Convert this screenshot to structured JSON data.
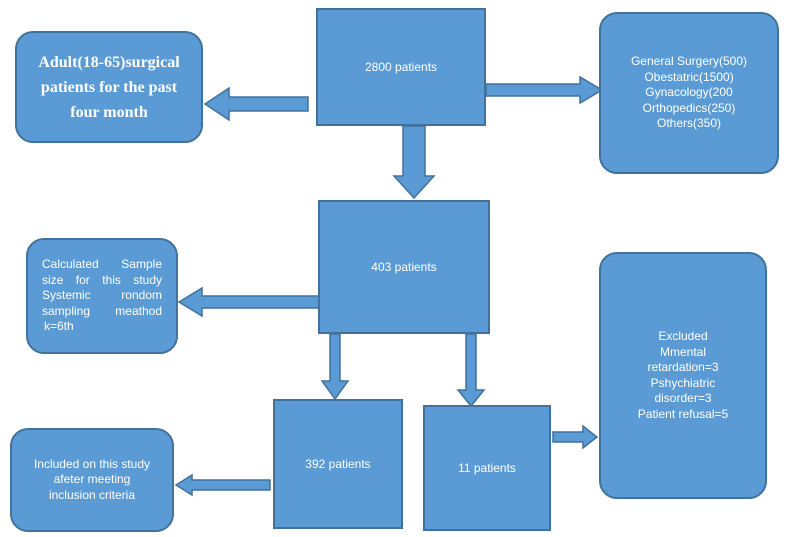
{
  "boxes": {
    "total_patients": "2800 patients",
    "adult_surgical": "Adult(18-65)surgical patients for the past four month",
    "departments": [
      "General Surgery(500)",
      "Obestatric(1500)",
      "Gynacology(200",
      "Orthopedics(250)",
      "Others(350)"
    ],
    "sample_patients": "403 patients",
    "sample_size_lines": [
      "Calculated Sample",
      "size for this study",
      "Systemic rondom",
      "sampling meathod",
      "k=6th"
    ],
    "included_patients": "392 patients",
    "excluded_patients": "11 patients",
    "included_description": [
      "Included on this study",
      "afeter meeting",
      "inclusion criteria"
    ],
    "excluded_reasons": [
      "Excluded",
      "Mmental",
      "retardation=3",
      "Pshychiatric",
      "disorder=3",
      "Patient refusal=5"
    ]
  },
  "colors": {
    "box_fill": "#5b9bd5",
    "box_border": "#41719c",
    "text": "#ffffff"
  }
}
